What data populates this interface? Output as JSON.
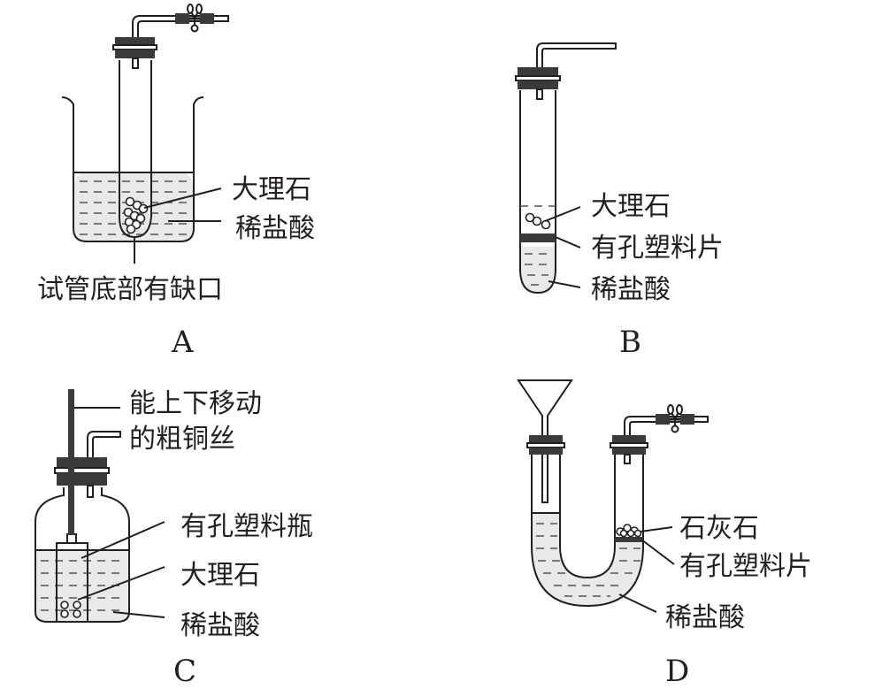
{
  "figure": {
    "title": "Apparatus for preparing CO2 (controllable reaction devices)",
    "panels": [
      {
        "id": "A",
        "caption": "A",
        "labels": {
          "marble": "大理石",
          "acid": "稀盐酸",
          "tube_note": "试管底部有缺口"
        }
      },
      {
        "id": "B",
        "caption": "B",
        "labels": {
          "marble": "大理石",
          "plate": "有孔塑料片",
          "acid": "稀盐酸"
        }
      },
      {
        "id": "C",
        "caption": "C",
        "labels": {
          "wire_line1": "能上下移动",
          "wire_line2": "的粗铜丝",
          "bottle": "有孔塑料瓶",
          "marble": "大理石",
          "acid": "稀盐酸"
        }
      },
      {
        "id": "D",
        "caption": "D",
        "labels": {
          "limestone": "石灰石",
          "plate": "有孔塑料片",
          "acid": "稀盐酸"
        }
      }
    ]
  }
}
